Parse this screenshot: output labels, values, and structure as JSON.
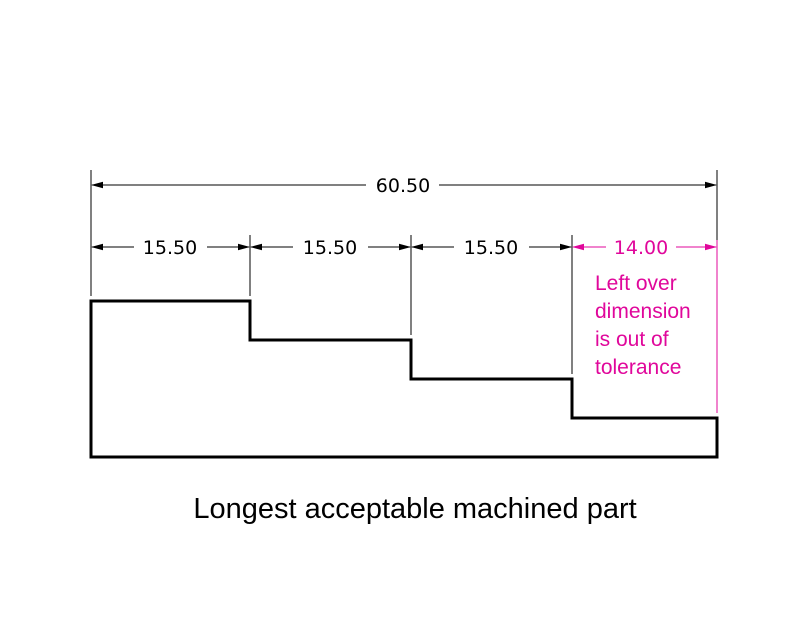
{
  "colors": {
    "outline": "#000000",
    "dimension": "#000000",
    "highlight": "#e0079b"
  },
  "dimensions": {
    "overall": "60.50",
    "step_1": "15.50",
    "step_2": "15.50",
    "step_3": "15.50",
    "leftover": "14.00"
  },
  "note": {
    "line_1": "Left over",
    "line_2": "dimension",
    "line_3": "is out of",
    "line_4": "tolerance"
  },
  "caption": "Longest acceptable machined part"
}
